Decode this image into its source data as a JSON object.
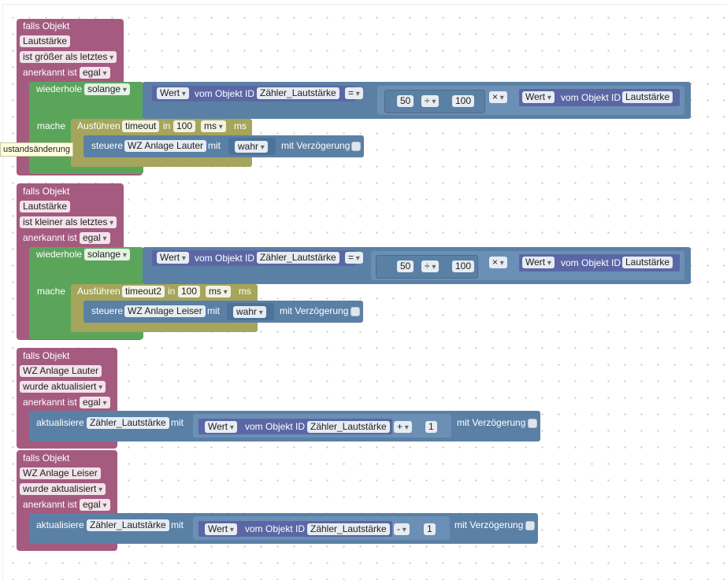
{
  "events": [
    {
      "falls": "falls Objekt",
      "object": "Lautstärke",
      "condition": "ist größer als letztes",
      "acknowledged_label": "anerkannt ist",
      "acknowledged_value": "egal",
      "loop": {
        "label": "wiederhole",
        "mode": "solange",
        "do_label": "mache",
        "lhs_field": "Wert",
        "lhs_of": "vom Objekt ID",
        "lhs_id": "Zähler_Lautstärke",
        "op": "=",
        "num_a": "50",
        "div_op": "÷",
        "num_b": "100",
        "mul_op": "×",
        "rhs_field": "Wert",
        "rhs_of": "vom Objekt ID",
        "rhs_id": "Lautstärke"
      },
      "timer": {
        "label": "Ausführen",
        "name": "timeout",
        "in": "in",
        "ms_value": "100",
        "unit_select": "ms",
        "unit": "ms"
      },
      "control": {
        "label": "steuere",
        "target": "WZ Anlage Lauter",
        "mit": "mit",
        "value": "wahr",
        "delay": "mit Verzögerung"
      }
    },
    {
      "falls": "falls Objekt",
      "object": "Lautstärke",
      "condition": "ist kleiner als letztes",
      "acknowledged_label": "anerkannt ist",
      "acknowledged_value": "egal",
      "loop": {
        "label": "wiederhole",
        "mode": "solange",
        "do_label": "mache",
        "lhs_field": "Wert",
        "lhs_of": "vom Objekt ID",
        "lhs_id": "Zähler_Lautstärke",
        "op": "=",
        "num_a": "50",
        "div_op": "÷",
        "num_b": "100",
        "mul_op": "×",
        "rhs_field": "Wert",
        "rhs_of": "vom Objekt ID",
        "rhs_id": "Lautstärke"
      },
      "timer": {
        "label": "Ausführen",
        "name": "timeout2",
        "in": "in",
        "ms_value": "100",
        "unit_select": "ms",
        "unit": "ms"
      },
      "control": {
        "label": "steuere",
        "target": "WZ Anlage Leiser",
        "mit": "mit",
        "value": "wahr",
        "delay": "mit Verzögerung"
      }
    },
    {
      "falls": "falls Objekt",
      "object": "WZ Anlage Lauter",
      "condition": "wurde aktualisiert",
      "acknowledged_label": "anerkannt ist",
      "acknowledged_value": "egal",
      "update": {
        "label": "aktualisiere",
        "target": "Zähler_Lautstärke",
        "mit": "mit",
        "field": "Wert",
        "of": "vom Objekt ID",
        "id": "Zähler_Lautstärke",
        "op": "+",
        "num": "1",
        "delay": "mit Verzögerung"
      }
    },
    {
      "falls": "falls Objekt",
      "object": "WZ Anlage Leiser",
      "condition": "wurde aktualisiert",
      "acknowledged_label": "anerkannt ist",
      "acknowledged_value": "egal",
      "update": {
        "label": "aktualisiere",
        "target": "Zähler_Lautstärke",
        "mit": "mit",
        "field": "Wert",
        "of": "vom Objekt ID",
        "id": "Zähler_Lautstärke",
        "op": "-",
        "num": "1",
        "delay": "mit Verzögerung"
      }
    }
  ],
  "tooltip": "ustandsänderung"
}
